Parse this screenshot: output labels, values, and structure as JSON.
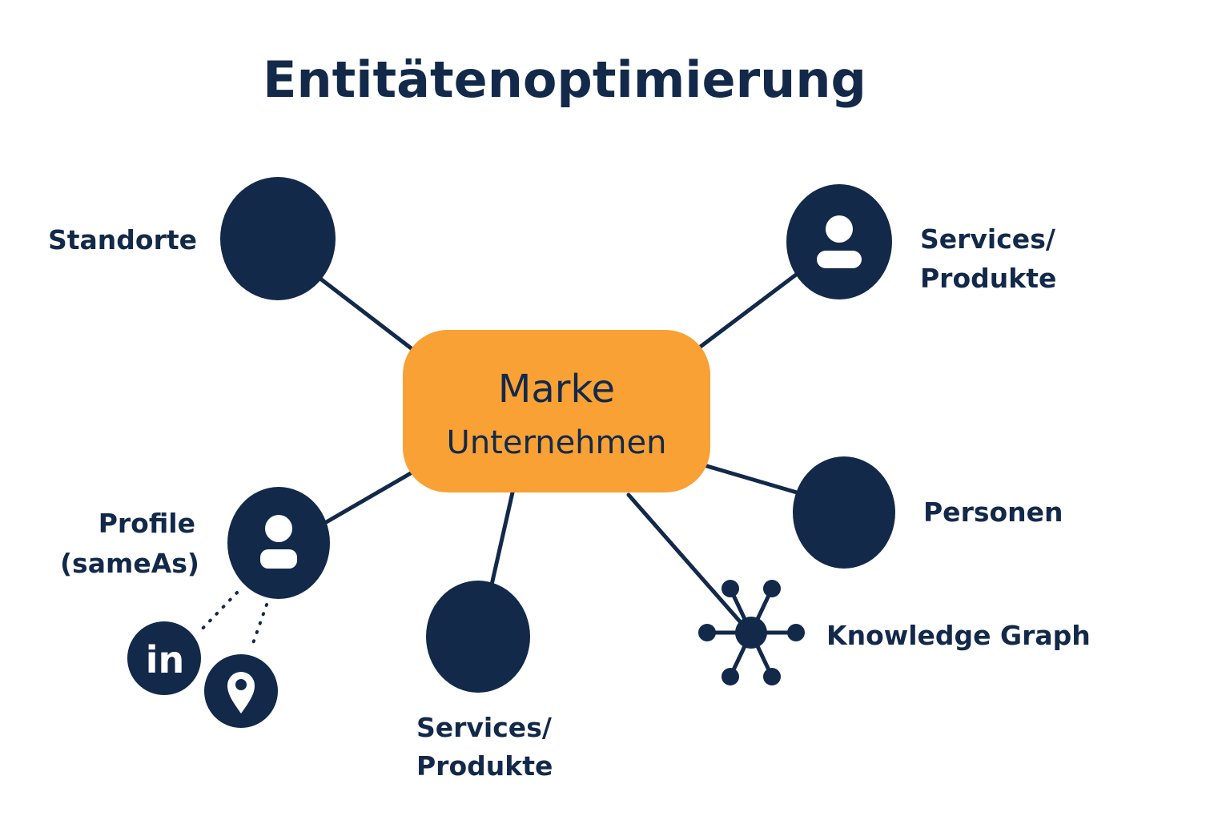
{
  "title": "Entitätenoptimierung",
  "colors": {
    "navy": "#12294a",
    "accent": "#f9a134",
    "background": "#ffffff"
  },
  "center": {
    "line1": "Marke",
    "line2": "Unternehmen"
  },
  "nodes": {
    "standorte": {
      "label": "Standorte",
      "icon": "none"
    },
    "services_top": {
      "label_line1": "Services/",
      "label_line2": "Produkte",
      "icon": "person-icon"
    },
    "personen": {
      "label": "Personen",
      "icon": "none"
    },
    "knowledge_graph": {
      "label": "Knowledge Graph",
      "icon": "network-graph-icon"
    },
    "services_bottom": {
      "label_line1": "Services/",
      "label_line2": "Produkte",
      "icon": "none"
    },
    "profile": {
      "label_line1": "Profile",
      "label_line2": "(sameAs)",
      "icon": "person-icon"
    }
  },
  "profile_links": {
    "linkedin": {
      "text": "in",
      "icon": "linkedin-icon"
    },
    "maps": {
      "icon": "map-pin-icon"
    }
  }
}
